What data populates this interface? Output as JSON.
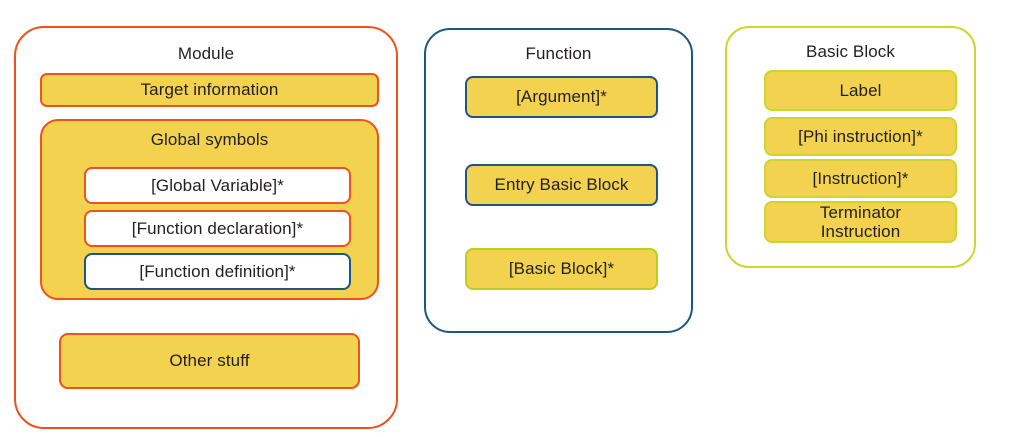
{
  "colors": {
    "orange": "#F1511B",
    "blue": "#1F5582",
    "lime": "#C8D82E",
    "lime_alt": "#B9D11E",
    "yellow_fill": "#F2D24F",
    "white_fill": "#FFFFFF",
    "text": "#231F20",
    "background": "#FFFFFF"
  },
  "diagram": {
    "type": "llvm-ir-structure",
    "panels": [
      {
        "id": "module",
        "title": "Module",
        "border_color": "#F1511B",
        "children": [
          {
            "id": "target-information",
            "label": "Target information",
            "fill": "#F2D24F",
            "border_color": "#F1511B"
          },
          {
            "id": "global-symbols",
            "label": "Global symbols",
            "fill": "#F2D24F",
            "border_color": "#F1511B",
            "children": [
              {
                "id": "global-variable",
                "label": "[Global Variable]*",
                "fill": "#FFFFFF",
                "border_color": "#F1511B"
              },
              {
                "id": "function-declaration",
                "label": "[Function declaration]*",
                "fill": "#FFFFFF",
                "border_color": "#F1511B"
              },
              {
                "id": "function-definition",
                "label": "[Function definition]*",
                "fill": "#FFFFFF",
                "border_color": "#1F5582"
              }
            ]
          },
          {
            "id": "other-stuff",
            "label": "Other stuff",
            "fill": "#F2D24F",
            "border_color": "#F1511B"
          }
        ]
      },
      {
        "id": "function",
        "title": "Function",
        "border_color": "#1F5582",
        "children": [
          {
            "id": "argument",
            "label": "[Argument]*",
            "fill": "#F2D24F",
            "border_color": "#1F5582"
          },
          {
            "id": "entry-basic-block",
            "label": "Entry Basic Block",
            "fill": "#F2D24F",
            "border_color": "#1F5582"
          },
          {
            "id": "basic-block",
            "label": "[Basic Block]*",
            "fill": "#F2D24F",
            "border_color": "#B9D11E"
          }
        ]
      },
      {
        "id": "basic-block",
        "title": "Basic Block",
        "border_color": "#C8D82E",
        "children": [
          {
            "id": "label",
            "label": "Label",
            "fill": "#F2D24F",
            "border_color": "#C8D82E"
          },
          {
            "id": "phi-instruction",
            "label": "[Phi instruction]*",
            "fill": "#F2D24F",
            "border_color": "#C8D82E"
          },
          {
            "id": "instruction",
            "label": "[Instruction]*",
            "fill": "#F2D24F",
            "border_color": "#C8D82E"
          },
          {
            "id": "terminator-instruction",
            "label": "Terminator\nInstruction",
            "fill": "#F2D24F",
            "border_color": "#C8D82E"
          }
        ]
      }
    ]
  }
}
